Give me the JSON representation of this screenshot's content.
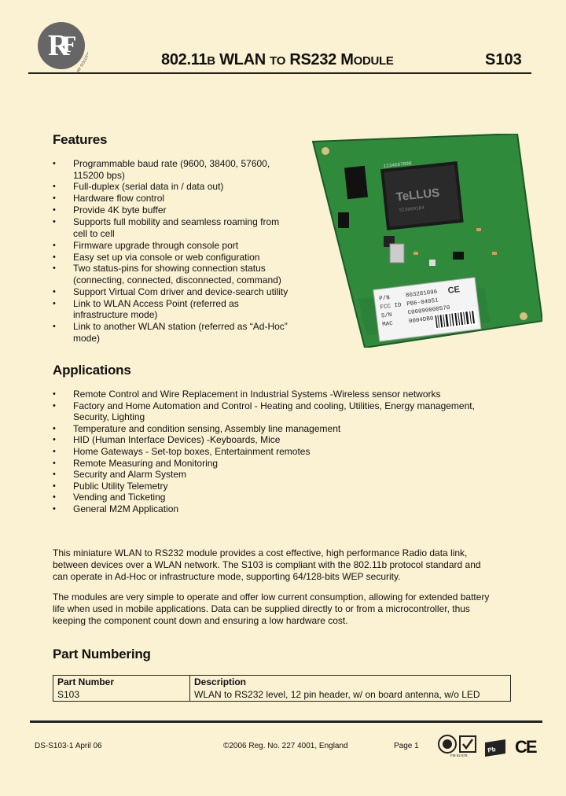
{
  "header": {
    "logo_text": "RF SOLUTIONS",
    "title_a": "802.11",
    "title_b": "B",
    "title_c": " WLAN ",
    "title_d": "TO",
    "title_e": " RS232 M",
    "title_f": "ODULE",
    "model": "S103"
  },
  "features": {
    "heading": "Features",
    "items": [
      "Programmable baud rate (9600, 38400, 57600, 115200 bps)",
      "Full-duplex (serial data in / data out)",
      "Hardware flow control",
      "Provide 4K byte buffer",
      "Supports full mobility and seamless roaming from cell to cell",
      "Firmware upgrade through console port",
      "Easy set up via console or web configuration",
      "Two status-pins for showing connection status (connecting, connected, disconnected, command)",
      "Support Virtual Com driver and device-search utility",
      "Link to WLAN Access Point (referred as infrastructure mode)",
      "Link to another WLAN station (referred as “Ad-Hoc” mode)"
    ]
  },
  "module_image": {
    "chip_brand": "TeLLUS",
    "chip_code": "SIS0001B4",
    "chip_top": "1234567890",
    "label_lines": [
      [
        "P/N",
        "803281096"
      ],
      [
        "FCC ID",
        "PB6-04051"
      ],
      [
        "S/N",
        "C06090000570"
      ],
      [
        "MAC",
        "0004DB012650"
      ]
    ],
    "board_color": "#2f8a3c",
    "label_mark": "CE"
  },
  "applications": {
    "heading": "Applications",
    "items": [
      "Remote Control and Wire Replacement in Industrial Systems -Wireless sensor networks",
      "Factory and Home Automation and Control - Heating and cooling, Utilities, Energy management, Security, Lighting",
      "Temperature and condition sensing, Assembly line management",
      "HID (Human Interface Devices) -Keyboards, Mice",
      "Home Gateways - Set-top boxes, Entertainment remotes",
      "Remote Measuring and Monitoring",
      "Security and Alarm System",
      "Public Utility Telemetry",
      "Vending and Ticketing",
      "General M2M Application"
    ]
  },
  "description": {
    "p1": "This miniature WLAN to RS232 module provides a cost effective, high performance Radio data link, between devices over a WLAN network. The S103 is compliant with the 802.11b protocol standard and can operate in Ad-Hoc or infrastructure mode, supporting 64/128-bits WEP security.",
    "p2": "The modules are very simple to operate and offer low current consumption, allowing for extended battery life when used in mobile applications. Data can be supplied directly to or from a microcontroller, thus keeping the component count down and ensuring a low hardware cost."
  },
  "part_numbering": {
    "heading": "Part Numbering",
    "col1_header": "Part Number",
    "col2_header": "Description",
    "rows": [
      {
        "part": "S103",
        "desc": "WLAN to RS232 level, 12 pin header, w/ on board antenna, w/o LED"
      }
    ]
  },
  "footer": {
    "doc_ref": "DS-S103-1   April 06",
    "copyright": "©2006 Reg. No. 227 4001, England",
    "page": "Page 1",
    "cert_text": "FM 52 878",
    "ce_mark": "CE"
  },
  "colors": {
    "page_background": "#fbf2d3",
    "rule": "#222222",
    "text": "#111111"
  }
}
